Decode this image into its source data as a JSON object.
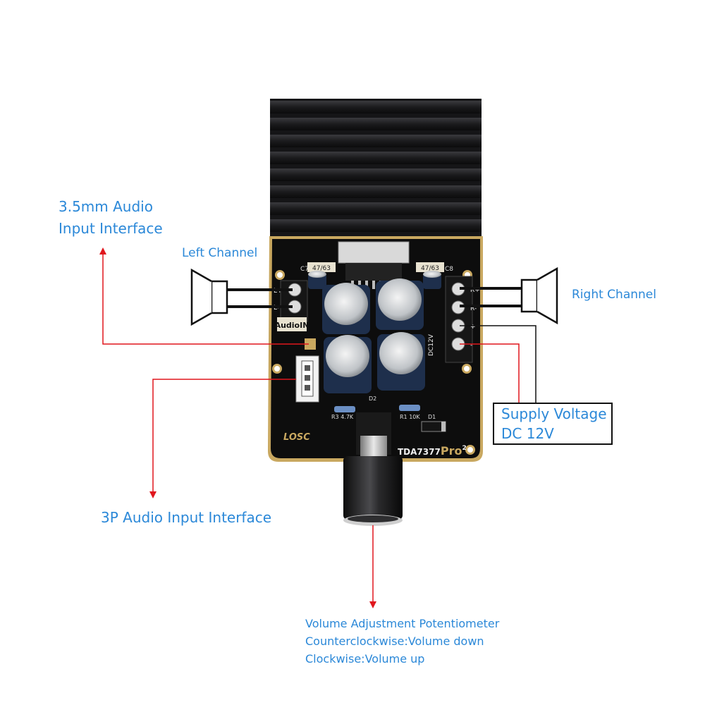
{
  "labels": {
    "audio_jack": [
      "3.5mm Audio",
      "Input Interface"
    ],
    "left_channel": "Left Channel",
    "right_channel": "Right Channel",
    "supply": [
      "Supply Voltage",
      "DC 12V"
    ],
    "three_pin": "3P Audio Input Interface",
    "potentiometer": [
      "Volume Adjustment Potentiometer",
      "Counterclockwise:Volume down",
      "Clockwise:Volume up"
    ]
  },
  "board": {
    "brand": "LOSC",
    "model": "TDA7377",
    "model_suffix": "Pro",
    "model_sup": "2",
    "audio_in": "AudioIN",
    "dc_label": "DC12V",
    "c7": "C7",
    "c8": "C8",
    "cap_label_left": "47/63",
    "cap_label_right": "47/63",
    "r3": "R3 4.7K",
    "r1": "R1 10K",
    "d1": "D1",
    "d2": "D2",
    "left_terms": [
      "L+",
      "L-"
    ],
    "right_terms": [
      "R+",
      "R-"
    ],
    "power_terms": [
      "+",
      "-"
    ]
  },
  "colors": {
    "label_blue": "#2b88d8",
    "arrow_red": "#e0161d",
    "heatsink": "#1b1b1d",
    "pcb": "#0d0d0d",
    "gold": "#c9a860",
    "capacitor": "#1e2f4c"
  }
}
